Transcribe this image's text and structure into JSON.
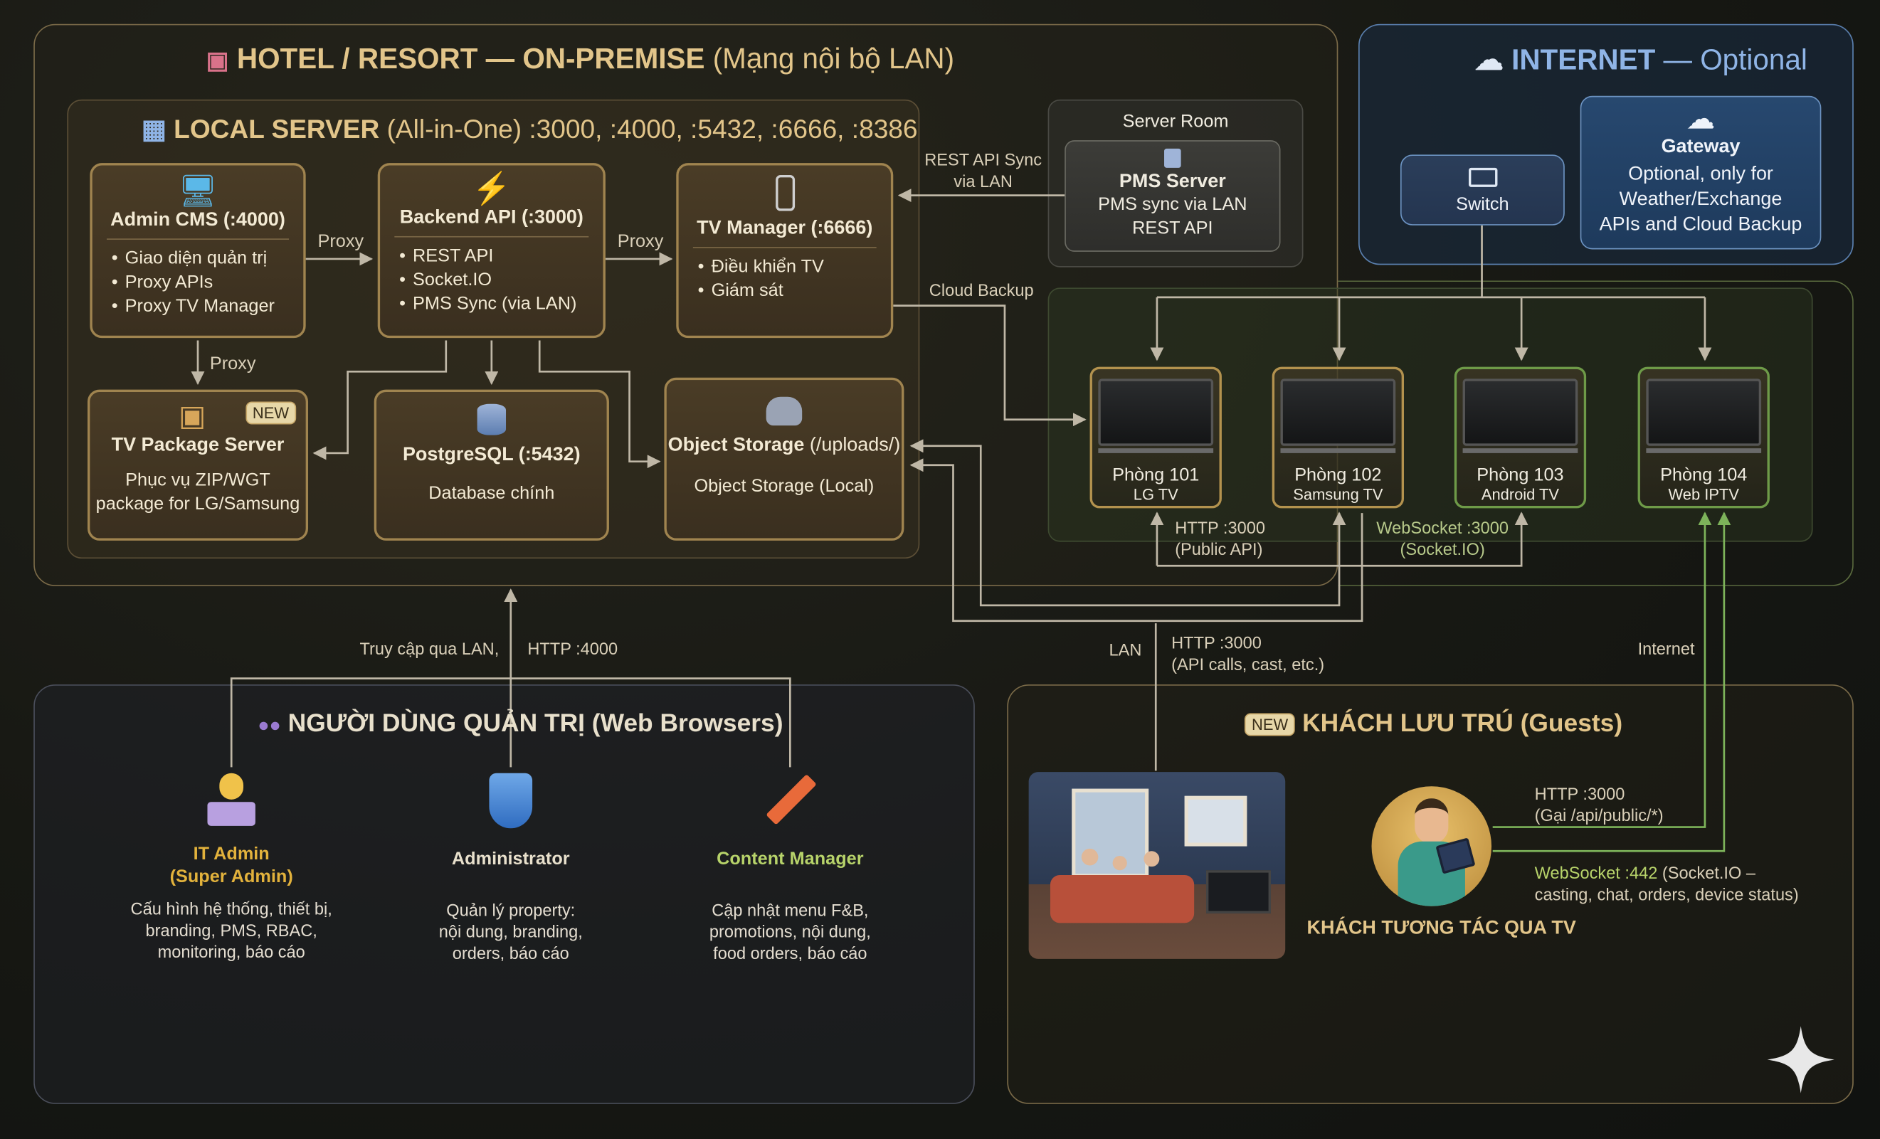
{
  "onprem": {
    "title": "HOTEL / RESORT — ON-PREMISE",
    "subtitle": "(Mạng nội bộ LAN)"
  },
  "internet": {
    "title": "INTERNET",
    "subtitle": "— Optional",
    "switch": "Switch",
    "gateway": {
      "title": "Gateway",
      "desc": [
        "Optional, only for",
        "Weather/Exchange",
        "APIs and Cloud Backup"
      ]
    }
  },
  "local_server": {
    "title": "LOCAL SERVER",
    "subtitle": "(All-in-One) :3000, :4000, :5432, :6666, :8386",
    "admin_cms": {
      "title": "Admin CMS (:4000)",
      "items": [
        "Giao diện quản trị",
        "Proxy APIs",
        "Proxy TV Manager"
      ]
    },
    "backend": {
      "title": "Backend API (:3000)",
      "items": [
        "REST API",
        "Socket.IO",
        "PMS Sync (via LAN)"
      ]
    },
    "tv_manager": {
      "title": "TV Manager (:6666)",
      "items": [
        "Điều khiển TV",
        "Giám sát"
      ]
    },
    "tv_package": {
      "title": "TV Package Server",
      "badge": "NEW",
      "desc": [
        "Phục vụ ZIP/WGT",
        "package for LG/Samsung"
      ]
    },
    "postgres": {
      "title": "PostgreSQL (:5432)",
      "desc": "Database chính"
    },
    "object_storage": {
      "title": "Object Storage",
      "title_suffix": "(/uploads/)",
      "desc": "Object Storage (Local)"
    }
  },
  "server_room": {
    "title": "Server Room",
    "pms": {
      "title": "PMS Server",
      "desc": [
        "PMS sync via LAN",
        "REST API"
      ]
    }
  },
  "rooms": [
    {
      "name": "Phòng 101",
      "device": "LG TV",
      "color": "#b3924e"
    },
    {
      "name": "Phòng 102",
      "device": "Samsung TV",
      "color": "#b3924e"
    },
    {
      "name": "Phòng 103",
      "device": "Android TV",
      "color": "#6e9a48"
    },
    {
      "name": "Phòng 104",
      "device": "Web IPTV",
      "color": "#6e9a48"
    }
  ],
  "labels": {
    "proxy1": "Proxy",
    "proxy2": "Proxy",
    "proxy3": "Proxy",
    "rest_sync": [
      "REST API Sync",
      "via LAN"
    ],
    "cloud_backup": "Cloud Backup",
    "http3000_public": [
      "HTTP :3000",
      "(Public API)"
    ],
    "ws3000": [
      "WebSocket :3000",
      "(Socket.IO)"
    ],
    "lan_access": "Truy cập qua LAN,",
    "http4000": "HTTP :4000",
    "lan": "LAN",
    "http3000_api": [
      "HTTP :3000",
      "(API calls, cast, etc.)"
    ],
    "internet": "Internet",
    "guest_http": [
      "HTTP :3000",
      "(Gại /api/public/*)"
    ],
    "guest_ws_a": "WebSocket :442",
    "guest_ws_b": "(Socket.IO –",
    "guest_ws_c": "casting, chat, orders, device status)"
  },
  "admins": {
    "title": "NGƯỜI DÙNG QUẢN TRỊ (Web Browsers)",
    "people": [
      {
        "role": [
          "IT Admin",
          "(Super Admin)"
        ],
        "desc": [
          "Cấu hình hệ thống, thiết bị,",
          "branding, PMS, RBAC,",
          "monitoring, báo cáo"
        ],
        "color": "#e2b23c"
      },
      {
        "role": [
          "Administrator"
        ],
        "desc": [
          "Quản lý property:",
          "nội dung, branding,",
          "orders, báo cáo"
        ],
        "color": "#f3ead4"
      },
      {
        "role": [
          "Content Manager"
        ],
        "desc": [
          "Cập nhật menu F&B,",
          "promotions, nội dung,",
          "food orders, báo cáo"
        ],
        "color": "#b7d36a"
      }
    ]
  },
  "guests": {
    "badge": "NEW",
    "title": "KHÁCH LƯU TRÚ (Guests)",
    "caption": "KHÁCH TƯƠNG TÁC QUA TV"
  },
  "colors": {
    "accent": "#e2c58a",
    "internet": "#8fb4e6",
    "wire": "#bfb7a6",
    "green": "#6e9a48"
  }
}
